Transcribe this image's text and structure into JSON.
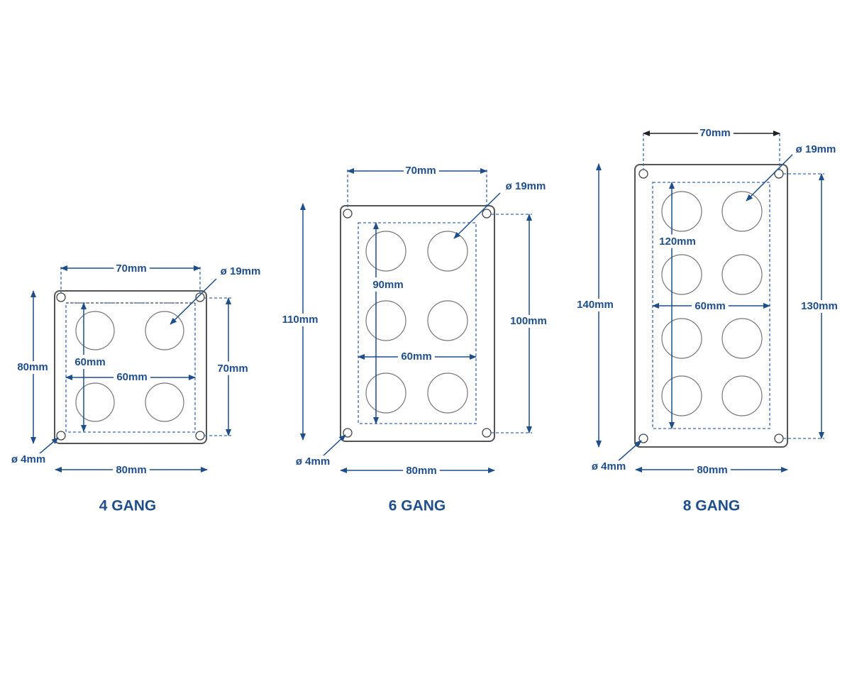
{
  "panels": [
    {
      "title": "4 GANG",
      "top_width": "70mm",
      "left_height": "80mm",
      "right_height": "70mm",
      "inner_vertical": "60mm",
      "inner_horizontal": "60mm",
      "hole_diameter": "ø 19mm",
      "mount_hole": "ø 4mm",
      "bottom_width": "80mm"
    },
    {
      "title": "6 GANG",
      "top_width": "70mm",
      "left_height": "110mm",
      "right_height": "100mm",
      "inner_vertical": "90mm",
      "inner_horizontal": "60mm",
      "hole_diameter": "ø 19mm",
      "mount_hole": "ø 4mm",
      "bottom_width": "80mm"
    },
    {
      "title": "8 GANG",
      "top_width": "70mm",
      "left_height": "140mm",
      "right_height": "130mm",
      "inner_vertical": "120mm",
      "inner_horizontal": "60mm",
      "hole_diameter": "ø 19mm",
      "mount_hole": "ø 4mm",
      "bottom_width": "80mm"
    }
  ],
  "colors": {
    "dimension": "#1f4e8c",
    "outline": "#555555"
  }
}
